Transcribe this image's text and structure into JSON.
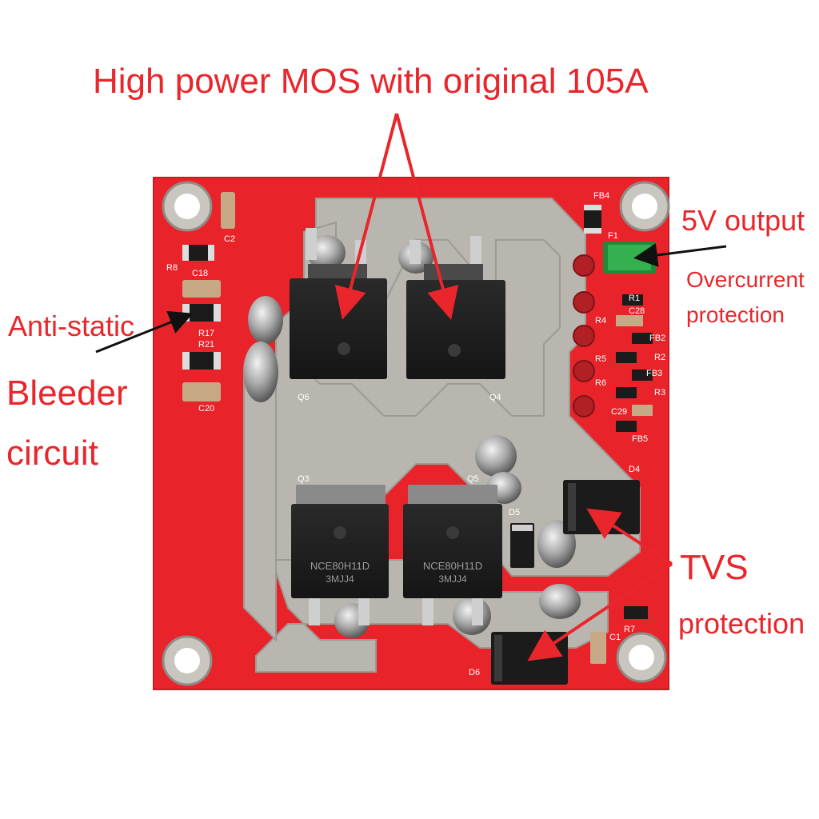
{
  "annotations": {
    "mos_title": "High power MOS with original 105A",
    "output_5v": "5V output",
    "overcurrent_line1": "Overcurrent",
    "overcurrent_line2": "protection",
    "antistatic": "Anti-static",
    "bleeder": "Bleeder",
    "circuit": "circuit",
    "tvs": "TVS",
    "tvs_protection": "protection"
  },
  "silkscreen": {
    "q6": "Q6",
    "q4": "Q4",
    "q3": "Q3",
    "q5": "Q5",
    "d4": "D4",
    "d5": "D5",
    "d6": "D6",
    "c1": "C1",
    "c2": "C2",
    "c18": "C18",
    "c20": "C20",
    "c28": "C28",
    "c29": "C29",
    "r1": "R1",
    "r2": "R2",
    "r3": "R3",
    "r4": "R4",
    "r5": "R5",
    "r6": "R6",
    "r7": "R7",
    "r8": "R8",
    "r17": "R17",
    "r21": "R21",
    "f1": "F1",
    "fb2": "FB2",
    "fb3": "FB3",
    "fb4": "FB4",
    "fb5": "FB5"
  },
  "mosfet_marking": {
    "line1": "NCE80H11D",
    "line2": "3MJJ4"
  },
  "colors": {
    "annotation_red": "#e8262b",
    "pcb_red": "#e8232a",
    "copper_silver": "#b9b6b0",
    "component_black": "#1b1b1b"
  }
}
